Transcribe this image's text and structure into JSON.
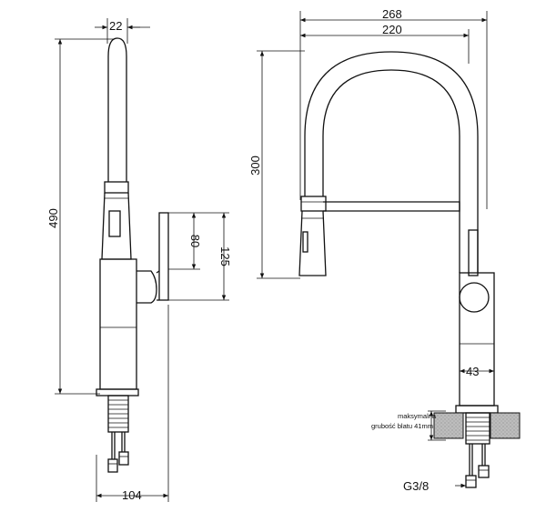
{
  "dimensions": {
    "side_top_width": "22",
    "side_height": "490",
    "side_base_width": "104",
    "handle_inner": "80",
    "handle_outer": "125",
    "front_outer_width": "268",
    "front_inner_width": "220",
    "front_spout_height": "300",
    "body_diameter": "43",
    "connector": "G3/8"
  },
  "note": {
    "line1": "maksymalna",
    "line2": "grubość blatu 41mm"
  }
}
